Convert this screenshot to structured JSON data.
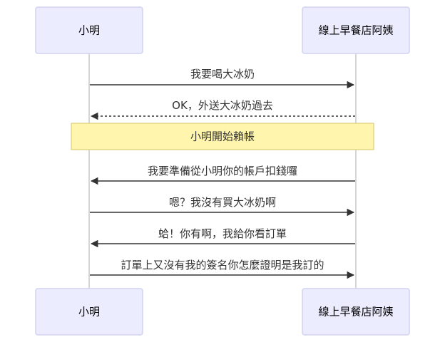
{
  "diagram": {
    "participants": [
      {
        "id": "xiaoming",
        "label": "小明"
      },
      {
        "id": "auntie",
        "label": "線上早餐店阿姨"
      }
    ],
    "messages": [
      {
        "label": "我要喝大冰奶",
        "from": "xiaoming",
        "to": "auntie",
        "style": "solid"
      },
      {
        "label": "OK，外送大冰奶過去",
        "from": "auntie",
        "to": "xiaoming",
        "style": "dotted"
      },
      {
        "label": "我要準備從小明你的帳戶扣錢囉",
        "from": "auntie",
        "to": "xiaoming",
        "style": "solid"
      },
      {
        "label": "嗯？我沒有買大冰奶啊",
        "from": "xiaoming",
        "to": "auntie",
        "style": "solid"
      },
      {
        "label": "蛤！你有啊，我給你看訂單",
        "from": "auntie",
        "to": "xiaoming",
        "style": "solid"
      },
      {
        "label": "訂單上又沒有我的簽名你怎麼證明是我訂的",
        "from": "xiaoming",
        "to": "auntie",
        "style": "solid"
      }
    ],
    "note": {
      "label": "小明開始賴帳",
      "over": [
        "xiaoming",
        "auntie"
      ],
      "after_message": 1
    },
    "colors": {
      "actor_fill": "#ececff",
      "actor_border": "#d2d2f2",
      "note_fill": "#fff5ad",
      "note_border": "#d6c667",
      "line": "#333333",
      "lifeline": "#c9c9c9"
    }
  }
}
